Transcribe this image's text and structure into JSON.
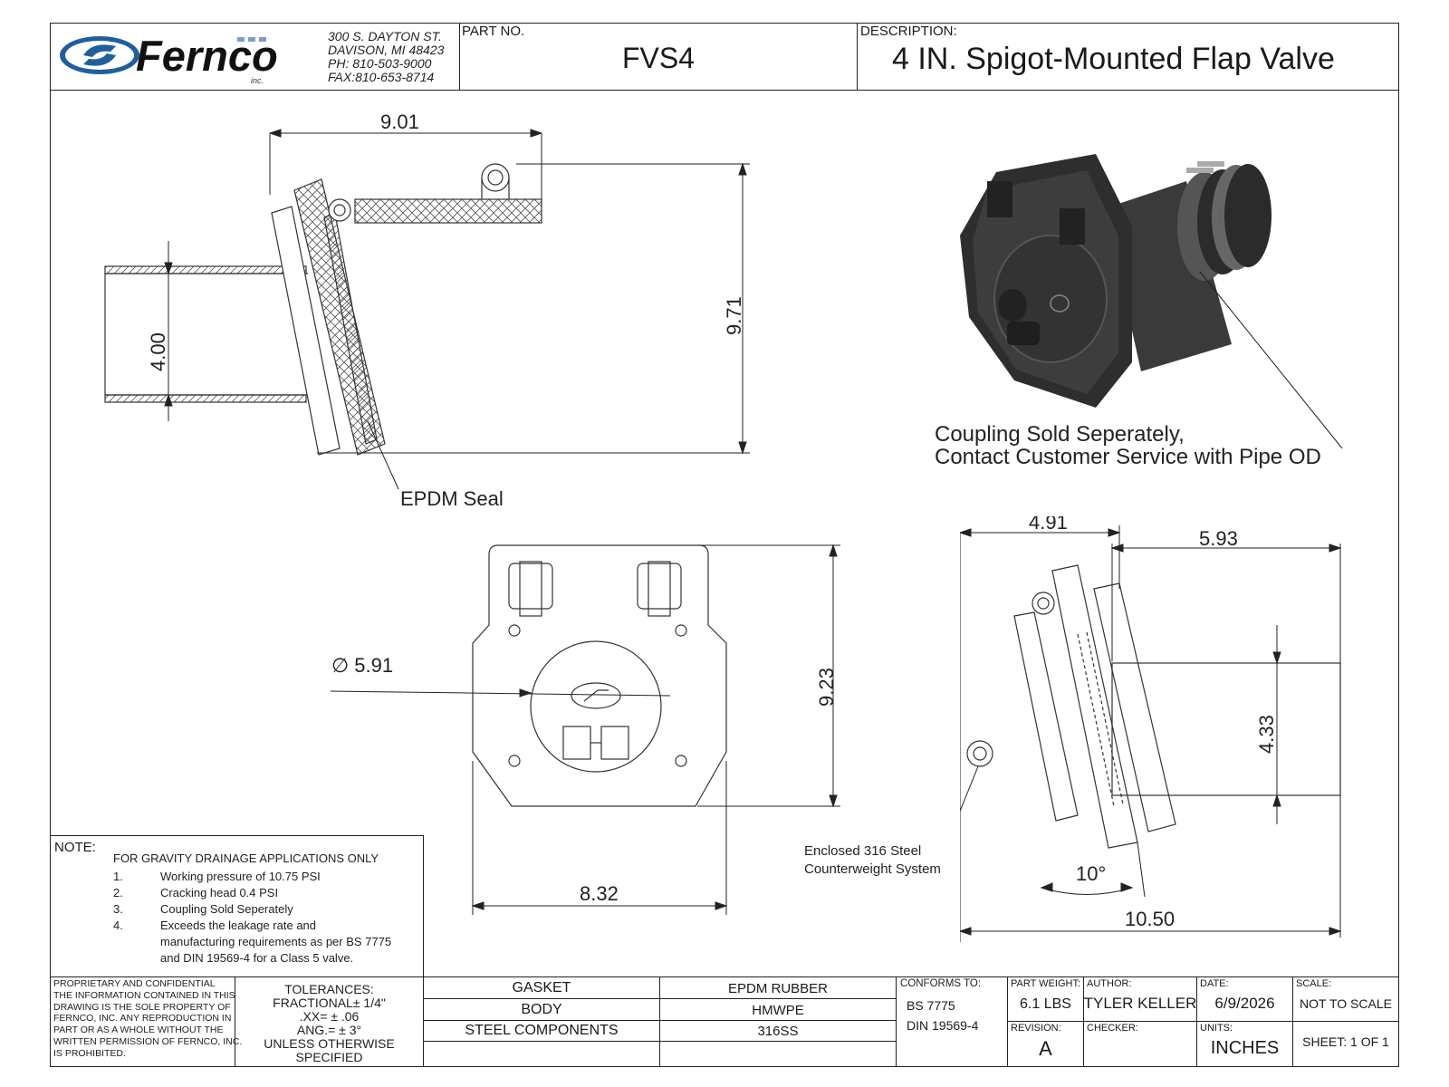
{
  "header": {
    "logo_text": "Fernco",
    "logo_sub": "inc.",
    "address": [
      "300 S. DAYTON ST.",
      "DAVISON, MI 48423",
      "PH: 810-503-9000",
      "FAX:810-653-8714"
    ],
    "part_no_label": "PART NO.",
    "part_no": "FVS4",
    "description_label": "DESCRIPTION:",
    "description": "4 IN. Spigot-Mounted Flap Valve"
  },
  "side_view": {
    "dim_width": "9.01",
    "dim_height": "9.71",
    "dim_pipe": "4.00",
    "seal_label": "EPDM Seal"
  },
  "iso_view": {
    "callout_line1": "Coupling Sold Seperately,",
    "callout_line2": "Contact Customer Service with Pipe OD"
  },
  "front_view": {
    "dim_diameter": "∅ 5.91",
    "dim_height": "9.23",
    "dim_width": "8.32"
  },
  "right_view": {
    "dim_top_left": "4.91",
    "dim_top_right": "5.93",
    "dim_pipe": "4.33",
    "dim_angle": "10°",
    "dim_overall": "10.50",
    "counterweight_line1": "Enclosed 316 Steel",
    "counterweight_line2": "Counterweight System"
  },
  "notes": {
    "title": "NOTE:",
    "heading": "FOR GRAVITY DRAINAGE APPLICATIONS ONLY",
    "items": [
      {
        "num": "1.",
        "text": "Working pressure of 10.75 PSI"
      },
      {
        "num": "2.",
        "text": "Cracking head 0.4 PSI"
      },
      {
        "num": "3.",
        "text": "Coupling Sold Seperately"
      },
      {
        "num": "4.",
        "text": "Exceeds the leakage rate and"
      }
    ],
    "item4_line2": "manufacturing requirements as per BS 7775",
    "item4_line3": "and DIN 19569-4 for a Class 5 valve."
  },
  "title_block": {
    "proprietary": [
      "PROPRIETARY AND CONFIDENTIAL",
      "THE INFORMATION CONTAINED IN THIS",
      "DRAWING IS THE SOLE PROPERTY OF",
      "FERNCO, INC. ANY REPRODUCTION IN",
      "PART OR AS A WHOLE WITHOUT THE",
      "WRITTEN PERMISSION OF FERNCO, INC.",
      "IS PROHIBITED."
    ],
    "tolerances": [
      "TOLERANCES:",
      "FRACTIONAL± 1/4\"",
      ".XX= ± .06",
      "ANG.= ± 3°",
      "UNLESS OTHERWISE SPECIFIED"
    ],
    "materials": [
      {
        "component": "GASKET",
        "material": "EPDM RUBBER"
      },
      {
        "component": "BODY",
        "material": "HMWPE"
      },
      {
        "component": "STEEL COMPONENTS",
        "material": "316SS"
      }
    ],
    "conforms_label": "CONFORMS TO:",
    "conforms": [
      "BS 7775",
      "DIN 19569-4"
    ],
    "part_weight_label": "PART WEIGHT:",
    "part_weight": "6.1 LBS",
    "revision_label": "REVISION:",
    "revision": "A",
    "author_label": "AUTHOR:",
    "author": "TYLER KELLER",
    "checker_label": "CHECKER:",
    "date_label": "DATE:",
    "date": "6/9/2026",
    "units_label": "UNITS:",
    "units": "INCHES",
    "scale_label": "SCALE:",
    "scale": "NOT TO SCALE",
    "sheet": "SHEET: 1 OF 1"
  }
}
